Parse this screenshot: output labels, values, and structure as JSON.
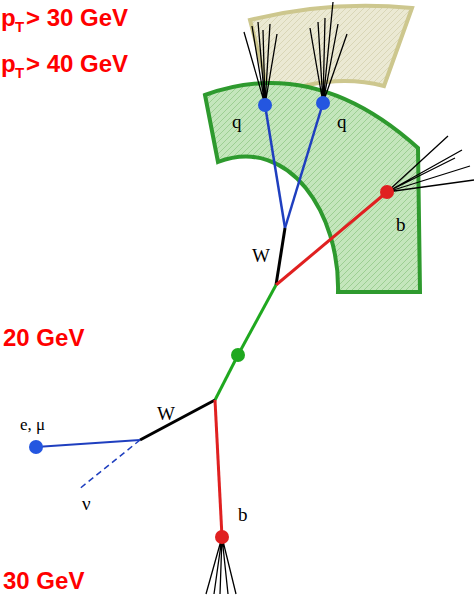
{
  "diagram": {
    "labels": [
      "p",
      "T",
      "> 30 GeV",
      "p",
      "T",
      "> 40 GeV",
      "20 GeV",
      "30 GeV",
      "q",
      "q",
      "W",
      "b",
      "e, μ",
      "W",
      "ν",
      "b"
    ]
  }
}
